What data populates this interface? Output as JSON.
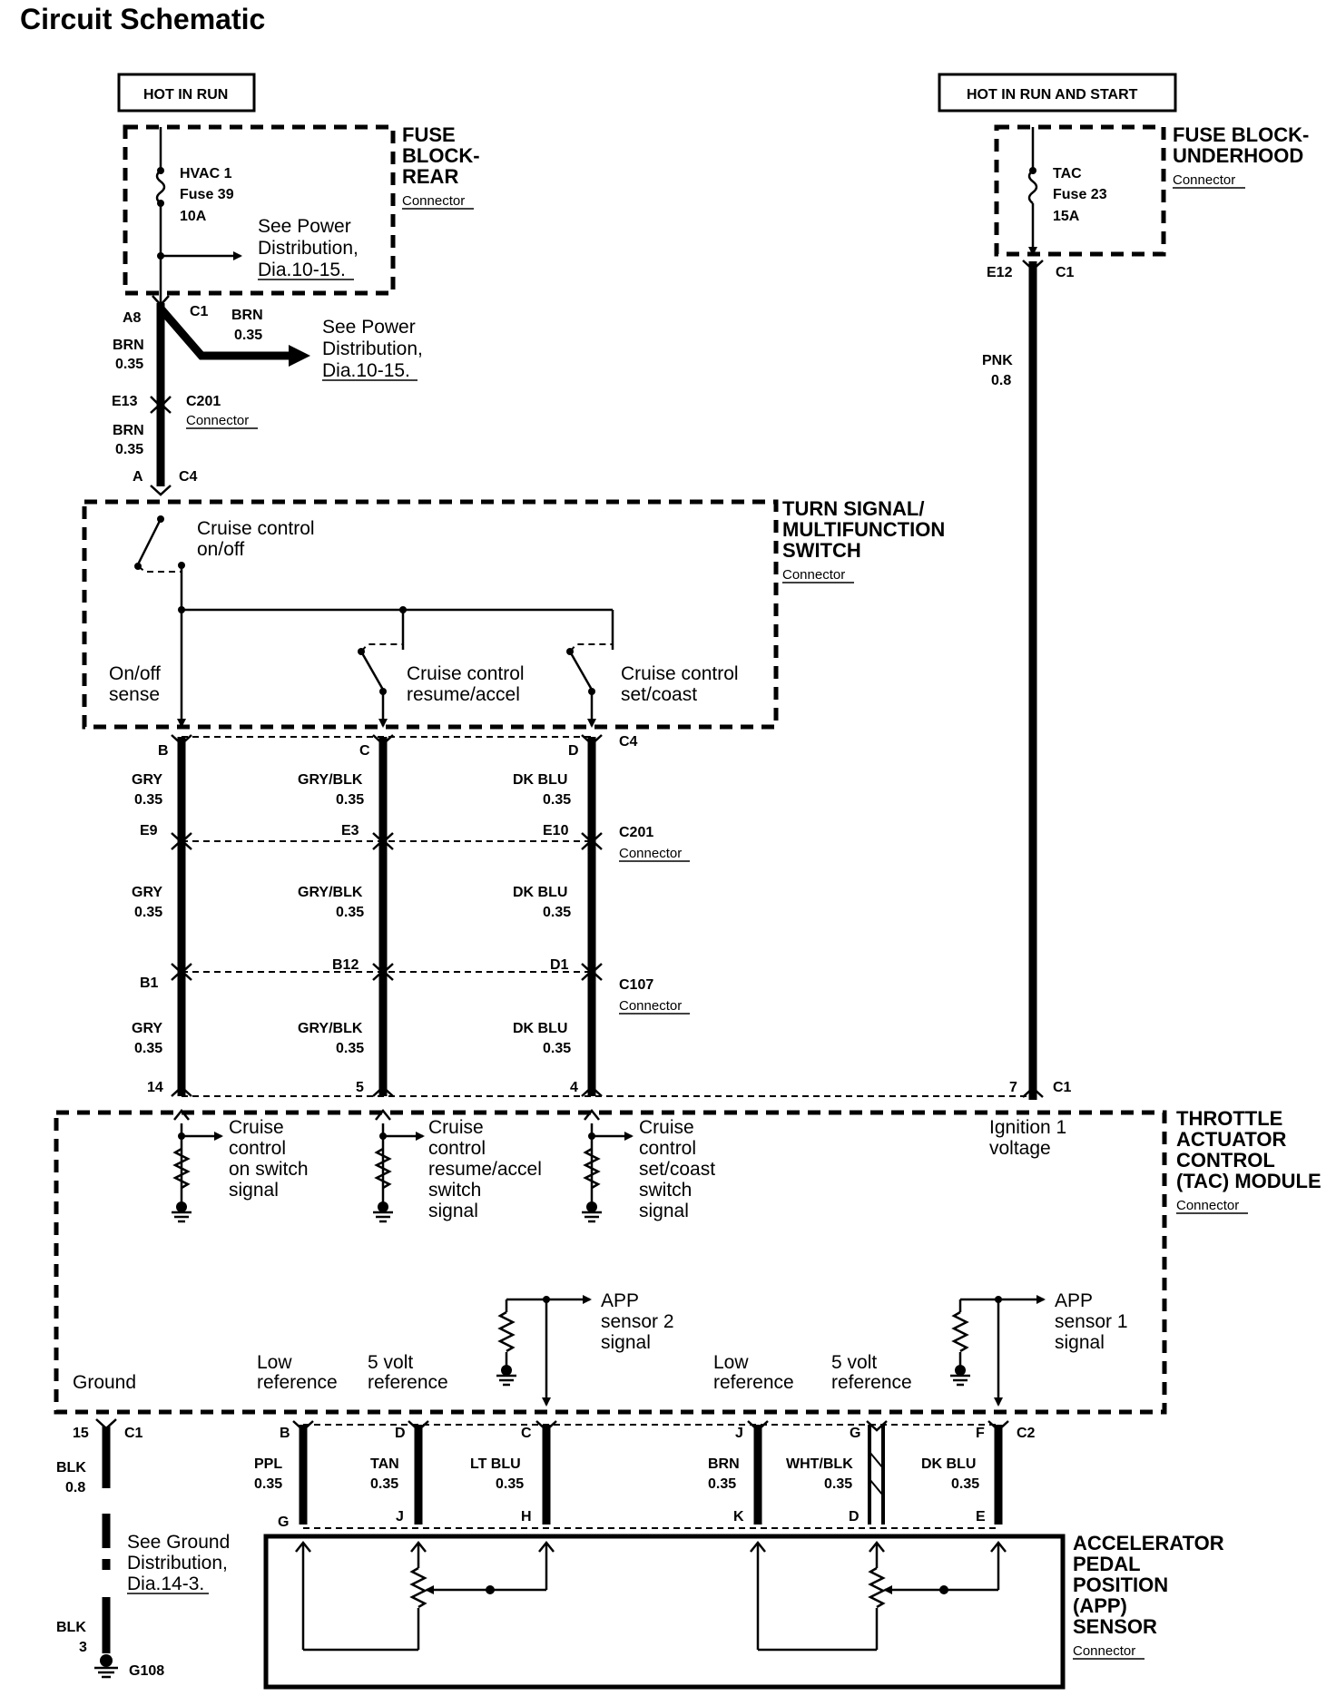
{
  "title": "Circuit Schematic",
  "power": {
    "hot_in_run": "HOT IN RUN",
    "hot_in_run_and_start": "HOT IN RUN AND START"
  },
  "fuse_block_rear": {
    "name_line1": "FUSE",
    "name_line2": "BLOCK-",
    "name_line3": "REAR",
    "connector": "Connector",
    "fuse_name": "HVAC 1",
    "fuse_number": "Fuse 39",
    "fuse_rating": "10A",
    "see_line1": "See Power",
    "see_line2": "Distribution,",
    "see_line3": "Dia.10-15."
  },
  "fuse_block_underhood": {
    "name_line1": "FUSE BLOCK-",
    "name_line2": "UNDERHOOD",
    "connector": "Connector",
    "fuse_name": "TAC",
    "fuse_number": "Fuse 23",
    "fuse_rating": "15A",
    "pin_e12": "E12",
    "pin_c1": "C1"
  },
  "upper_wiring": {
    "pin_a8": "A8",
    "pin_c1": "C1",
    "brn": "BRN",
    "gauge_035": "0.35",
    "see_line1": "See Power",
    "see_line2": "Distribution,",
    "see_line3": "Dia.10-15.",
    "pin_e13": "E13",
    "c201": "C201",
    "connector": "Connector",
    "pin_a": "A",
    "pin_c4": "C4",
    "pnk": "PNK",
    "gauge_08": "0.8"
  },
  "turn_signal_switch": {
    "name_line1": "TURN SIGNAL/",
    "name_line2": "MULTIFUNCTION",
    "name_line3": "SWITCH",
    "connector": "Connector",
    "onoff_line1": "Cruise control",
    "onoff_line2": "on/off",
    "sense_line1": "On/off",
    "sense_line2": "sense",
    "resume_line1": "Cruise control",
    "resume_line2": "resume/accel",
    "set_line1": "Cruise control",
    "set_line2": "set/coast"
  },
  "middle_wiring": {
    "pin_b": "B",
    "pin_c": "C",
    "pin_d": "D",
    "c4": "C4",
    "gry": "GRY",
    "grybLk": "GRY/BLK",
    "dkblu": "DK BLU",
    "g035": "0.35",
    "pin_e9": "E9",
    "pin_e3": "E3",
    "pin_e10": "E10",
    "c201": "C201",
    "connector": "Connector",
    "pin_b1": "B1",
    "pin_b12": "B12",
    "pin_d1": "D1",
    "c107": "C107",
    "pin_14": "14",
    "pin_5": "5",
    "pin_4": "4",
    "pin_7": "7",
    "c1": "C1"
  },
  "tac_module": {
    "name_line1": "THROTTLE",
    "name_line2": "ACTUATOR",
    "name_line3": "CONTROL",
    "name_line4": "(TAC) MODULE",
    "connector": "Connector",
    "sig1": [
      "Cruise",
      "control",
      "on switch",
      "signal"
    ],
    "sig2": [
      "Cruise",
      "control",
      "resume/accel",
      "switch",
      "signal"
    ],
    "sig3": [
      "Cruise",
      "control",
      "set/coast",
      "switch",
      "signal"
    ],
    "ign_line1": "Ignition 1",
    "ign_line2": "voltage",
    "ground": "Ground",
    "low_ref_line1": "Low",
    "low_ref_line2": "reference",
    "five_v_line1": "5 volt",
    "five_v_line2": "reference",
    "app2": [
      "APP",
      "sensor 2",
      "signal"
    ],
    "app1": [
      "APP",
      "sensor 1",
      "signal"
    ]
  },
  "lower_wiring": {
    "pin_15": "15",
    "c1": "C1",
    "blk": "BLK",
    "g08": "0.8",
    "g3": "3",
    "see_line1": "See Ground",
    "see_line2": "Distribution,",
    "see_line3": "Dia.14-3.",
    "g108": "G108",
    "pin_b": "B",
    "pin_d": "D",
    "pin_c": "C",
    "pin_j": "J",
    "pin_g": "G",
    "pin_f": "F",
    "c2": "C2",
    "ppl": "PPL",
    "tan": "TAN",
    "ltblu": "LT BLU",
    "brn": "BRN",
    "whtblk": "WHT/BLK",
    "dkblu": "DK BLU",
    "g035": "0.35",
    "pin_g2": "G",
    "pin_j2": "J",
    "pin_h": "H",
    "pin_k": "K",
    "pin_d2": "D",
    "pin_e": "E"
  },
  "app_sensor": {
    "name_line1": "ACCELERATOR",
    "name_line2": "PEDAL",
    "name_line3": "POSITION",
    "name_line4": "(APP)",
    "name_line5": "SENSOR",
    "connector": "Connector"
  }
}
